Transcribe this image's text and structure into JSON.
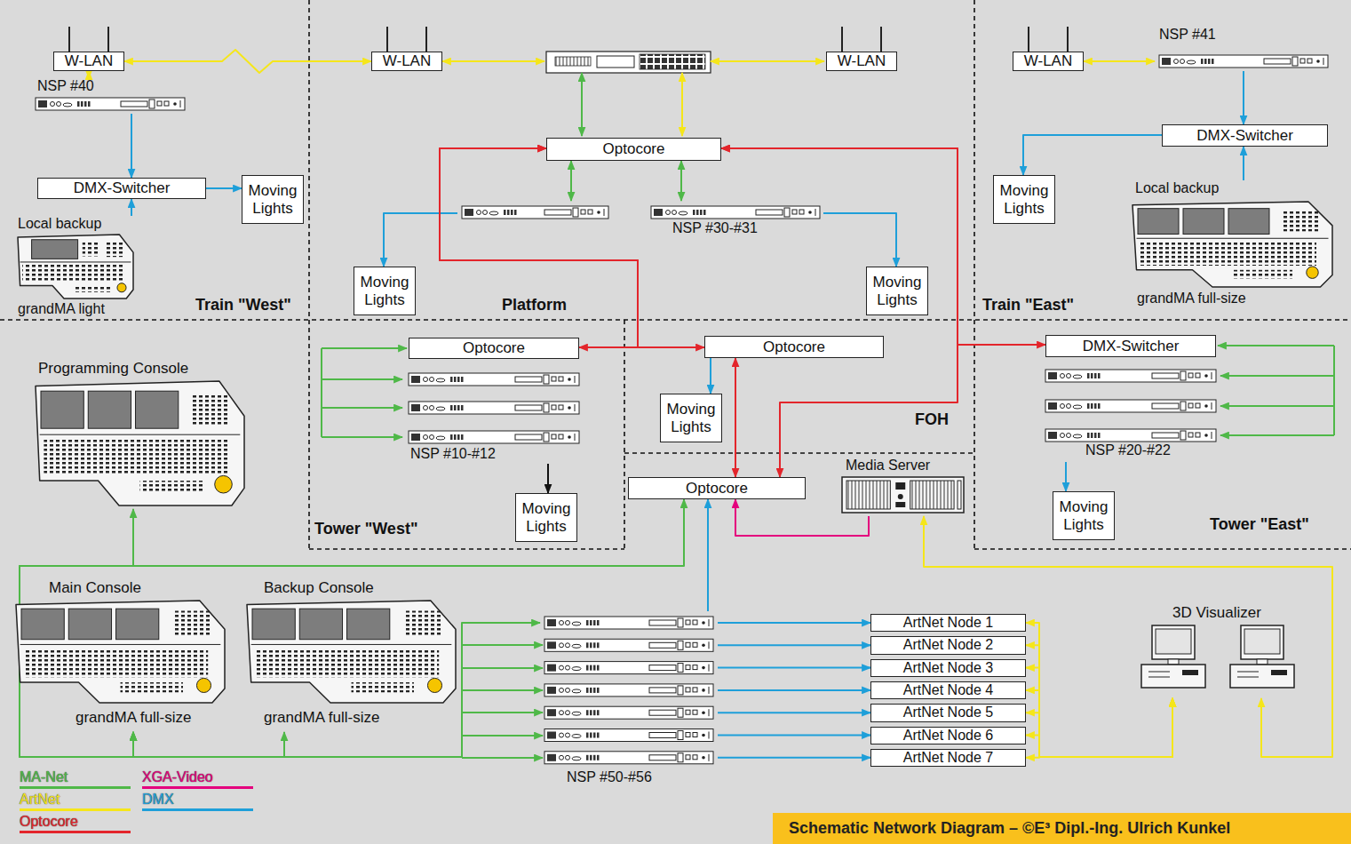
{
  "diagram": {
    "caption": "Schematic Network Diagram – ©E³ Dipl.-Ing. Ulrich Kunkel",
    "nodes": [
      {
        "text": [
          "W-LAN"
        ]
      },
      {
        "text": [
          "W-LAN"
        ]
      },
      {
        "text": [
          "W-LAN"
        ]
      },
      {
        "text": [
          "W-LAN"
        ]
      },
      {
        "text": [
          "NSP #40"
        ]
      },
      {
        "text": [
          "DMX-Switcher"
        ]
      },
      {
        "text": [
          "Moving Lights"
        ]
      },
      {
        "text": [
          "Local backup",
          "grandMA light"
        ]
      },
      {
        "text": [
          "Optocore"
        ]
      },
      {
        "text": [
          "NSP #30-#31"
        ]
      },
      {
        "text": [
          "Moving Lights"
        ]
      },
      {
        "text": [
          "Moving Lights"
        ]
      },
      {
        "text": [
          "NSP #41"
        ]
      },
      {
        "text": [
          "DMX-Switcher"
        ]
      },
      {
        "text": [
          "Moving Lights"
        ]
      },
      {
        "text": [
          "Local backup",
          "grandMA full-size"
        ]
      },
      {
        "text": [
          "Optocore"
        ]
      },
      {
        "text": [
          "NSP #10-#12"
        ]
      },
      {
        "text": [
          "Moving Lights"
        ]
      },
      {
        "text": [
          "Optocore"
        ]
      },
      {
        "text": [
          "Moving Lights"
        ]
      },
      {
        "text": [
          "Optocore"
        ]
      },
      {
        "text": [
          "Media Server"
        ]
      },
      {
        "text": [
          "DMX-Switcher"
        ]
      },
      {
        "text": [
          "NSP #20-#22"
        ]
      },
      {
        "text": [
          "Moving Lights"
        ]
      },
      {
        "text": [
          "Programming Console"
        ]
      },
      {
        "text": [
          "Main Console",
          "grandMA full-size"
        ]
      },
      {
        "text": [
          "Backup Console",
          "grandMA full-size"
        ]
      },
      {
        "text": [
          "NSP #50-#56"
        ]
      },
      {
        "text": [
          "ArtNet Node 1"
        ]
      },
      {
        "text": [
          "ArtNet Node 2"
        ]
      },
      {
        "text": [
          "ArtNet Node 3"
        ]
      },
      {
        "text": [
          "ArtNet Node 4"
        ]
      },
      {
        "text": [
          "ArtNet Node 5"
        ]
      },
      {
        "text": [
          "ArtNet Node 6"
        ]
      },
      {
        "text": [
          "ArtNet Node 7"
        ]
      },
      {
        "text": [
          "3D Visualizer"
        ]
      }
    ],
    "edges": [
      {
        "from": 0,
        "to": 1,
        "arrow": "both"
      },
      {
        "from": 0,
        "to": 4,
        "arrow": "both"
      },
      {
        "from": 4,
        "to": 5,
        "arrow": "to"
      },
      {
        "from": 7,
        "to": 5,
        "arrow": "to"
      },
      {
        "from": 5,
        "to": 6,
        "arrow": "to"
      },
      {
        "from": 3,
        "to": 12,
        "arrow": "both"
      },
      {
        "from": 12,
        "to": 13,
        "arrow": "to"
      },
      {
        "from": 15,
        "to": 13,
        "arrow": "to"
      },
      {
        "from": 13,
        "to": 14,
        "arrow": "to"
      },
      {
        "from": 8,
        "to": 9,
        "arrow": "both"
      },
      {
        "from": 8,
        "to": 9,
        "arrow": "both"
      },
      {
        "from": 9,
        "to": 10,
        "arrow": "to"
      },
      {
        "from": 9,
        "to": 11,
        "arrow": "to"
      },
      {
        "from": 8,
        "to": 16,
        "arrow": "both"
      },
      {
        "from": 8,
        "to": 19,
        "arrow": "both"
      },
      {
        "from": 8,
        "to": 23,
        "arrow": "both"
      },
      {
        "from": 8,
        "to": 21,
        "arrow": "both"
      },
      {
        "from": 19,
        "to": 21,
        "arrow": "both"
      },
      {
        "from": 19,
        "to": 20,
        "arrow": "to"
      },
      {
        "from": 17,
        "to": 18,
        "arrow": "to"
      },
      {
        "from": 24,
        "to": 25,
        "arrow": "to"
      },
      {
        "from": 27,
        "to": 26,
        "arrow": "both"
      },
      {
        "from": 27,
        "to": 28,
        "arrow": "both"
      },
      {
        "from": 27,
        "to": 21,
        "arrow": "both"
      },
      {
        "from": 27,
        "to": 29,
        "arrow": "both"
      },
      {
        "from": 29,
        "to": 21,
        "arrow": "to"
      },
      {
        "from": 29,
        "to": 30,
        "arrow": "to"
      },
      {
        "from": 29,
        "to": 31,
        "arrow": "to"
      },
      {
        "from": 29,
        "to": 32,
        "arrow": "to"
      },
      {
        "from": 29,
        "to": 33,
        "arrow": "to"
      },
      {
        "from": 29,
        "to": 34,
        "arrow": "to"
      },
      {
        "from": 29,
        "to": 35,
        "arrow": "to"
      },
      {
        "from": 29,
        "to": 36,
        "arrow": "to"
      },
      {
        "from": 22,
        "to": 21,
        "arrow": "to"
      },
      {
        "from": 37,
        "to": 30,
        "arrow": "both"
      },
      {
        "from": 37,
        "to": 31,
        "arrow": "both"
      },
      {
        "from": 37,
        "to": 32,
        "arrow": "both"
      },
      {
        "from": 37,
        "to": 33,
        "arrow": "both"
      },
      {
        "from": 37,
        "to": 34,
        "arrow": "both"
      },
      {
        "from": 37,
        "to": 35,
        "arrow": "both"
      },
      {
        "from": 37,
        "to": 36,
        "arrow": "both"
      },
      {
        "from": 37,
        "to": 22,
        "arrow": "both"
      }
    ],
    "labels": [
      "Train \"West\"",
      "Platform",
      "Train \"East\"",
      "Tower \"West\"",
      "FOH",
      "Tower \"East\""
    ],
    "legend": [
      {
        "text": "MA-Net",
        "color": "#4fb848"
      },
      {
        "text": "ArtNet",
        "color": "#f5e61a"
      },
      {
        "text": "Optocore",
        "color": "#e3252b"
      },
      {
        "text": "XGA-Video",
        "color": "#e4007d"
      },
      {
        "text": "DMX",
        "color": "#1e9fd9"
      }
    ]
  }
}
